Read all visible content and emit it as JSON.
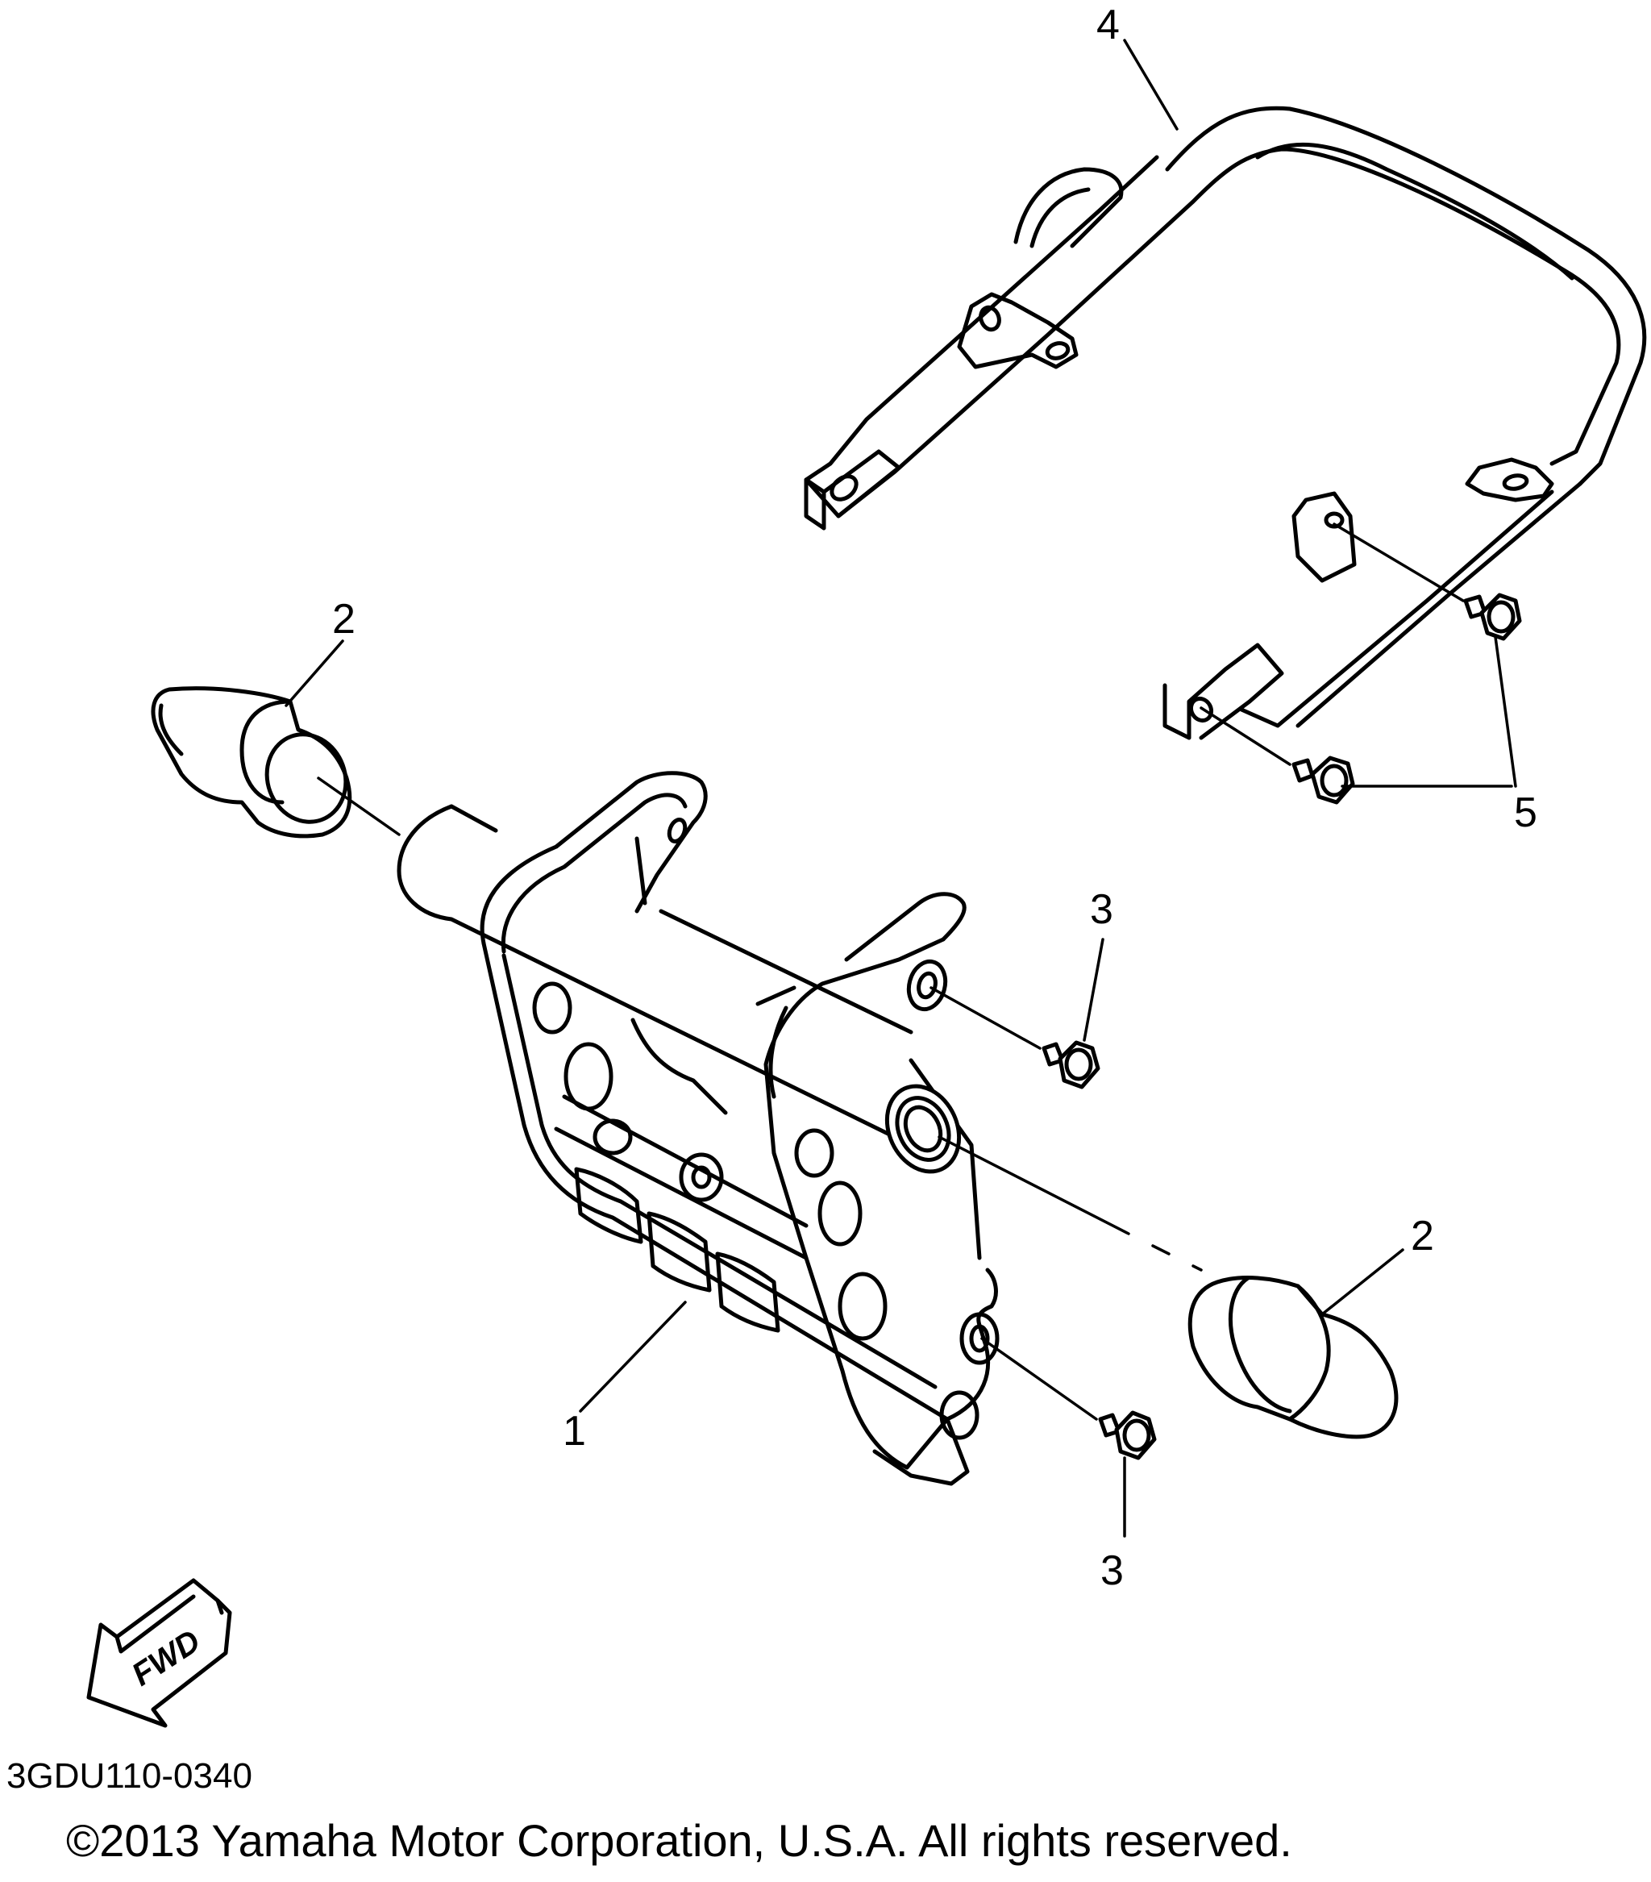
{
  "callouts": {
    "part1": "1",
    "part2_left": "2",
    "part2_right": "2",
    "part3_upper": "3",
    "part3_lower": "3",
    "part4": "4",
    "part5": "5"
  },
  "direction_arrow": {
    "label": "FWD"
  },
  "footer": {
    "drawing_code": "3GDU110-0340",
    "copyright": "©2013 Yamaha Motor Corporation, U.S.A. All rights reserved."
  }
}
